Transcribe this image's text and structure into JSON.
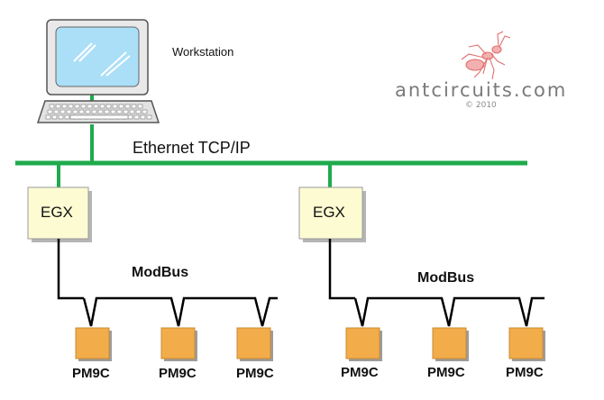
{
  "labels": {
    "workstation": "Workstation",
    "network": "Ethernet TCP/IP",
    "gateway_left": "EGX",
    "gateway_right": "EGX",
    "bus_left": "ModBus",
    "bus_right": "ModBus"
  },
  "meters": [
    "PM9C",
    "PM9C",
    "PM9C",
    "PM9C",
    "PM9C",
    "PM9C"
  ],
  "branding": {
    "site": "antcircuits.com",
    "copyright": "© 2010"
  },
  "colors": {
    "network_line": "#1faa4c",
    "bus_line": "#000000",
    "gateway_fill": "#fdfbd2",
    "meter_fill": "#f2ac4a",
    "monitor_screen": "#aadff7",
    "logo": "#e07070"
  }
}
